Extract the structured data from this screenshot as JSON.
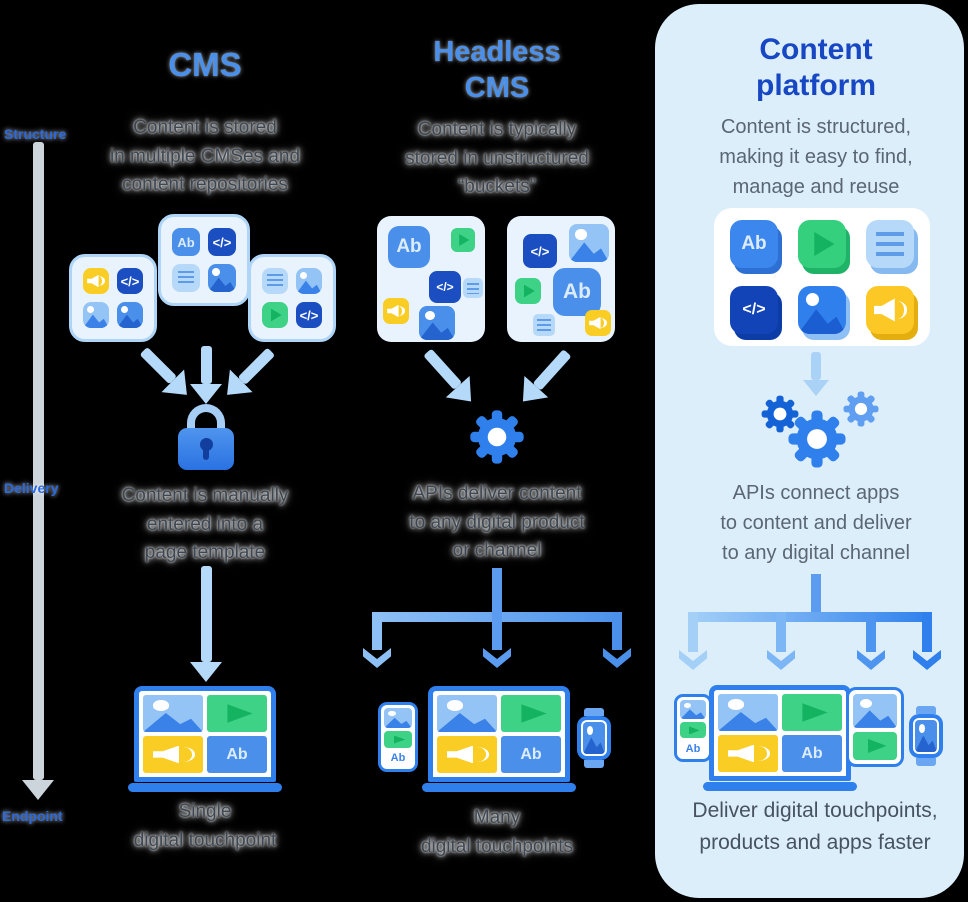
{
  "rail": {
    "structure_label": "Structure",
    "delivery_label": "Delivery",
    "endpoint_label": "Endpoint"
  },
  "cms": {
    "title": "CMS",
    "structure_text": "Content is stored\nin multiple CMSes and\ncontent repositories",
    "delivery_text": "Content is manually\nentered into a\npage template",
    "endpoint_text": "Single\ndigital touchpoint"
  },
  "headless": {
    "title": "Headless\nCMS",
    "structure_text": "Content is typically\nstored in unstructured\n“buckets”",
    "delivery_text": "APIs deliver content\nto any digital product\nor channel",
    "endpoint_text": "Many\ndigital touchpoints"
  },
  "platform": {
    "title": "Content\nplatform",
    "structure_text": "Content is structured,\nmaking it easy to find,\nmanage and reuse",
    "delivery_text": "APIs connect apps\nto content and deliver\nto any digital channel",
    "endpoint_text": "Deliver digital touchpoints,\nproducts and apps faster"
  },
  "icons": {
    "ab": "Ab",
    "code": "</>"
  },
  "colors": {
    "accent_blue": "#4a90ea",
    "deep_blue": "#1747c3",
    "panel_bg": "#ddeefb",
    "light_arrow": "#b5d9f8",
    "branch_blue": "#2f80ed",
    "yellow": "#f9cd24",
    "green": "#3ed287",
    "dark_code_blue": "#1b4fc1"
  }
}
